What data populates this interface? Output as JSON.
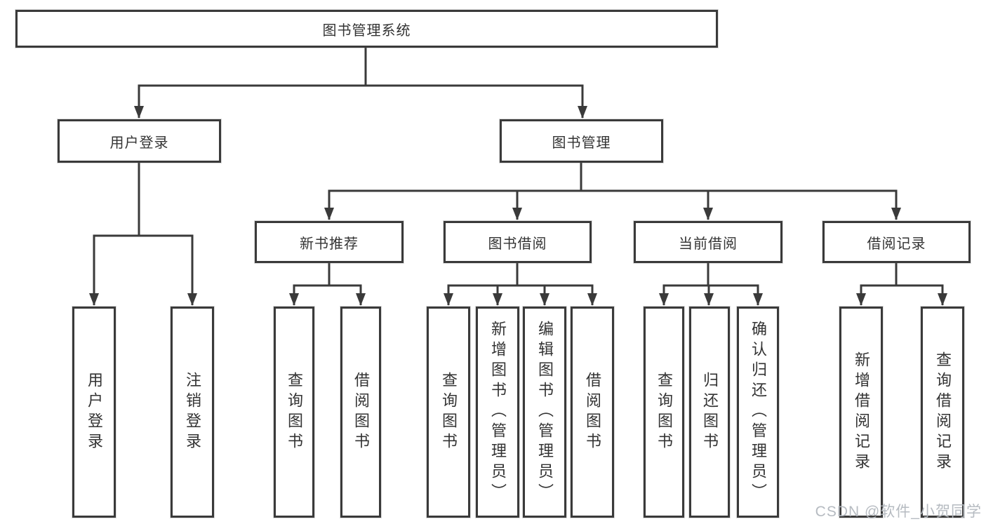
{
  "diagram": {
    "type": "hierarchy-flowchart",
    "colors": {
      "background": "#ffffff",
      "box_border": "#3a3a3a",
      "connector": "#3a3a3a",
      "text": "#333333",
      "watermark": "#b2b7be"
    },
    "tree": {
      "label": "图书管理系统",
      "children": [
        {
          "label": "用户登录",
          "children": [
            {
              "label": "用户登录"
            },
            {
              "label": "注销登录"
            }
          ]
        },
        {
          "label": "图书管理",
          "children": [
            {
              "label": "新书推荐",
              "children": [
                {
                  "label": "查询图书"
                },
                {
                  "label": "借阅图书"
                }
              ]
            },
            {
              "label": "图书借阅",
              "children": [
                {
                  "label": "查询图书"
                },
                {
                  "label": "新增图书（管理员）"
                },
                {
                  "label": "编辑图书（管理员）"
                },
                {
                  "label": "借阅图书"
                }
              ]
            },
            {
              "label": "当前借阅",
              "children": [
                {
                  "label": "查询图书"
                },
                {
                  "label": "归还图书"
                },
                {
                  "label": "确认归还（管理员）"
                }
              ]
            },
            {
              "label": "借阅记录",
              "children": [
                {
                  "label": "新增借阅记录"
                },
                {
                  "label": "查询借阅记录"
                }
              ]
            }
          ]
        }
      ]
    },
    "watermark": {
      "text": "CSDN @软件_小贺同学"
    }
  }
}
